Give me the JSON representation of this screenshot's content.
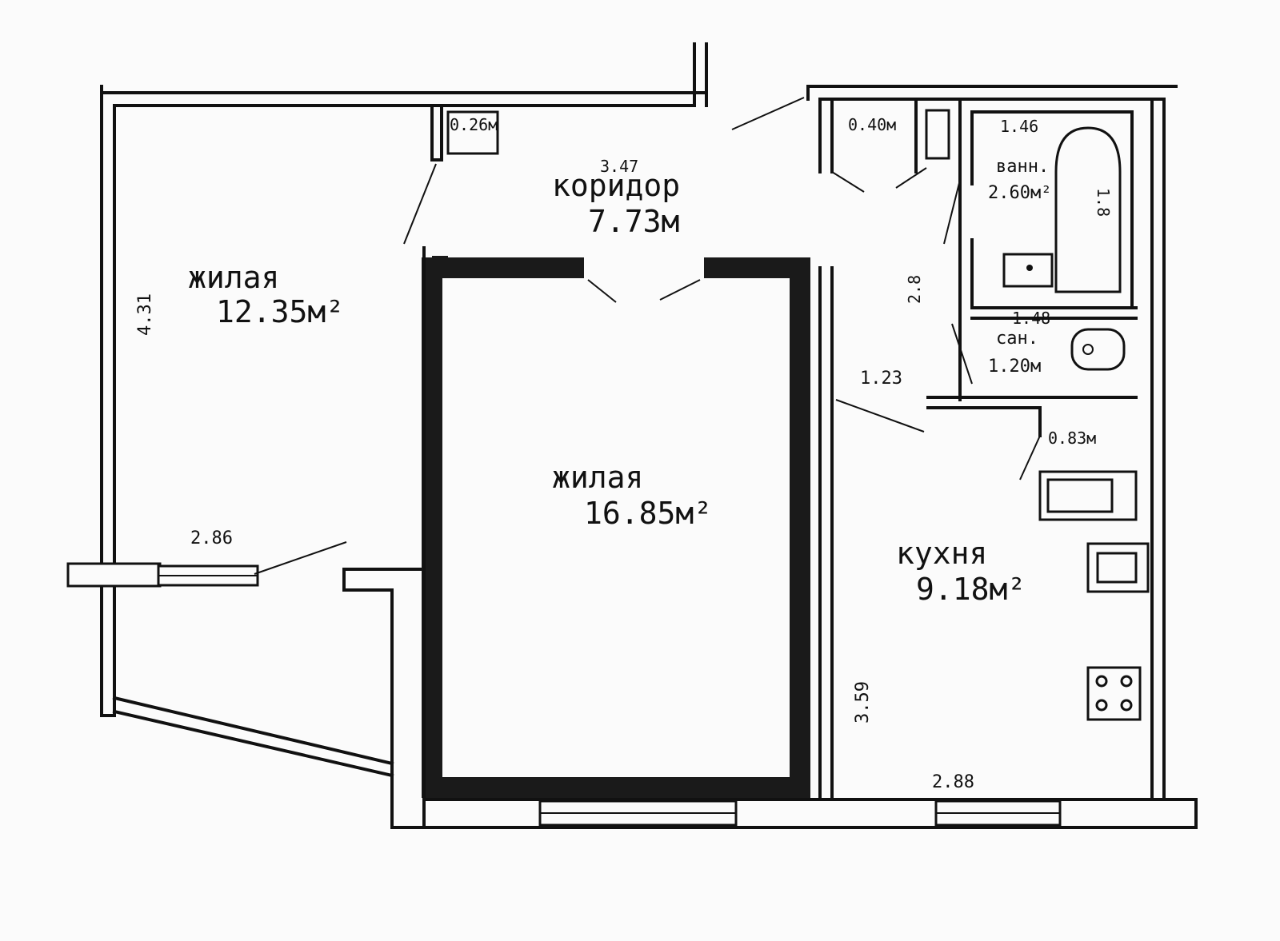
{
  "rooms": {
    "living_left": {
      "name": "жилая",
      "area": "12.35м²"
    },
    "living_center": {
      "name": "жилая",
      "area": "16.85м²"
    },
    "corridor": {
      "name": "коридор",
      "area": "7.73м",
      "dim": "3.47"
    },
    "kitchen": {
      "name": "кухня",
      "area": "9.18м²"
    },
    "bath": {
      "name": "ванн.",
      "area": "2.60м²",
      "dim": "1.46"
    },
    "wc": {
      "name": "сан.",
      "area": "1.20м",
      "dim": "1.48"
    },
    "closet_1": {
      "area": "0.26м"
    },
    "closet_2": {
      "area": "0.40м"
    },
    "closet_3": {
      "area": "0.83м"
    }
  },
  "dimensions": {
    "left_height": "4.31",
    "window_width": "2.86",
    "kitchen_door": "1.23",
    "bath_side": "2.8",
    "bath_right": "1.8",
    "kitchen_height": "3.59",
    "kitchen_width": "2.88"
  }
}
